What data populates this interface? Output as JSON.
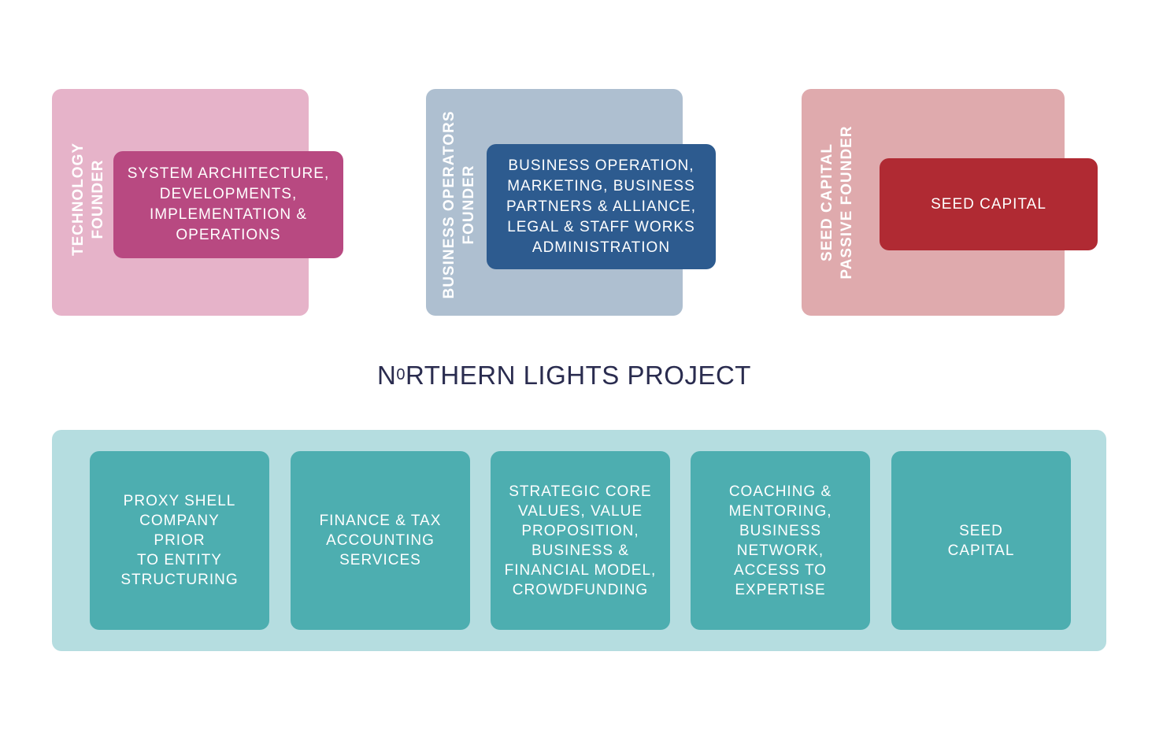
{
  "founders": [
    {
      "role_label": "TECHNOLOGY\nFOUNDER",
      "responsibility": "SYSTEM ARCHITECTURE,\nDEVELOPMENTS,\nIMPLEMENTATION &\nOPERATIONS",
      "outer_color": "#e6b3c9",
      "inner_color": "#b84981"
    },
    {
      "role_label": "BUSINESS OPERATORS\nFOUNDER",
      "responsibility": "BUSINESS OPERATION,\nMARKETING, BUSINESS\nPARTNERS & ALLIANCE,\nLEGAL & STAFF WORKS\nADMINISTRATION",
      "outer_color": "#aebfd0",
      "inner_color": "#2d5b8f"
    },
    {
      "role_label": "SEED CAPITAL\nPASSIVE FOUNDER",
      "responsibility": "SEED CAPITAL",
      "outer_color": "#dfaaad",
      "inner_color": "#b02a33"
    }
  ],
  "project": {
    "title_prefix": "N",
    "title_superscript": "0",
    "title_suffix": "RTHERN LIGHTS PROJECT"
  },
  "services": [
    "PROXY SHELL\nCOMPANY\nPRIOR\nTO ENTITY\nSTRUCTURING",
    "FINANCE & TAX\nACCOUNTING\nSERVICES",
    "STRATEGIC CORE\nVALUES, VALUE\nPROPOSITION,\nBUSINESS &\nFINANCIAL MODEL,\nCROWDFUNDING",
    "COACHING &\nMENTORING,\nBUSINESS NETWORK,\nACCESS TO\nEXPERTISE",
    "SEED\nCAPITAL"
  ],
  "colors": {
    "services_panel": "#b5dde0",
    "service_box": "#4daeb0",
    "title_text": "#2a2c4f"
  }
}
